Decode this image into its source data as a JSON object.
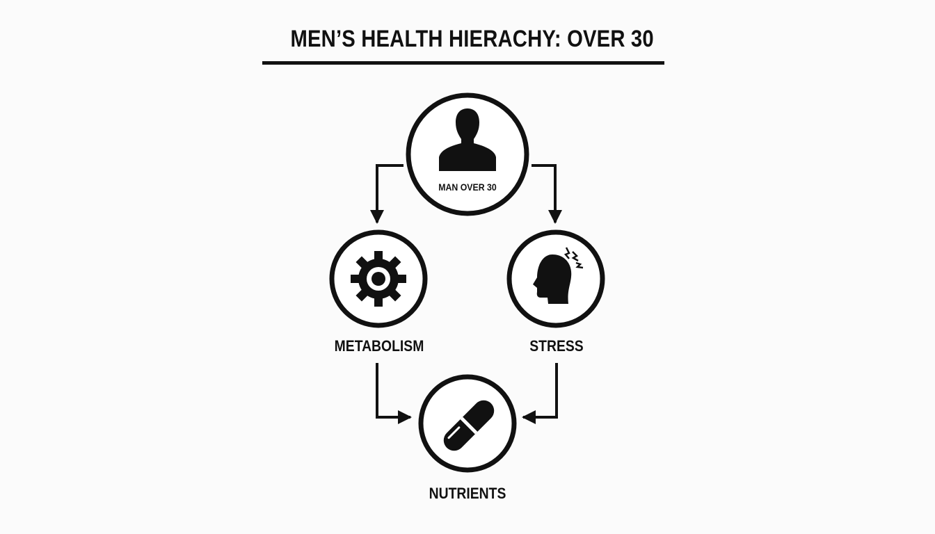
{
  "title": "MEN’S HEALTH HIERACHY: OVER 30",
  "nodes": {
    "man": {
      "label": "MAN OVER 30",
      "icon": "person-silhouette-icon"
    },
    "metabolism": {
      "label": "METABOLISM",
      "icon": "gear-icon"
    },
    "stress": {
      "label": "STRESS",
      "icon": "stressed-head-icon"
    },
    "nutrients": {
      "label": "NUTRIENTS",
      "icon": "capsule-pill-icon"
    }
  },
  "edges": [
    {
      "from": "man",
      "to": "metabolism"
    },
    {
      "from": "man",
      "to": "stress"
    },
    {
      "from": "metabolism",
      "to": "nutrients"
    },
    {
      "from": "stress",
      "to": "nutrients"
    }
  ],
  "colors": {
    "ink": "#111111",
    "background": "#fbfbfb"
  }
}
